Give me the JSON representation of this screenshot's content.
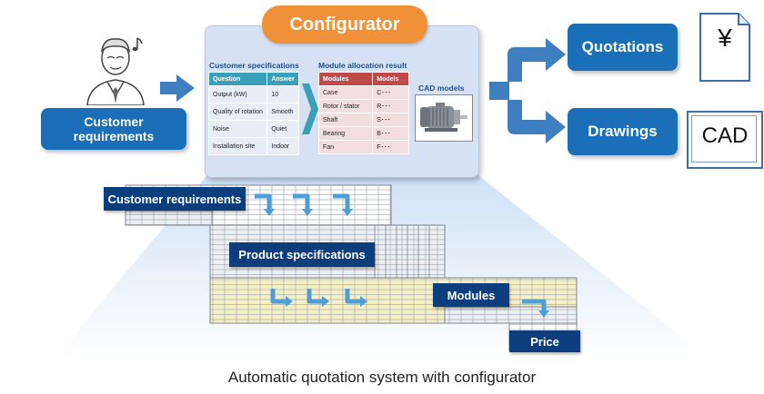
{
  "configurator": {
    "title": "Configurator",
    "customer_specs": {
      "title": "Customer specifications",
      "headers": [
        "Question",
        "Answer"
      ],
      "rows": [
        [
          "Output (kW)",
          "10"
        ],
        [
          "Quality of rotation",
          "Smooth"
        ],
        [
          "Noise",
          "Quiet"
        ],
        [
          "Installation site",
          "Indoor"
        ]
      ]
    },
    "module_allocation": {
      "title": "Module allocation result",
      "headers": [
        "Modules",
        "Models"
      ],
      "rows": [
        [
          "Case",
          "C･･･"
        ],
        [
          "Rotor / stator",
          "R･･･"
        ],
        [
          "Shaft",
          "S･･･"
        ],
        [
          "Bearing",
          "B･･･"
        ],
        [
          "Fan",
          "F･･･"
        ]
      ]
    },
    "cad_models_label": "CAD models"
  },
  "input": {
    "label": "Customer requirements"
  },
  "outputs": {
    "quotations_label": "Quotations",
    "drawings_label": "Drawings",
    "yen_symbol": "¥",
    "cad_doc_label": "CAD"
  },
  "flow": {
    "customer_requirements": "Customer requirements",
    "product_specifications": "Product specifications",
    "modules": "Modules",
    "price": "Price"
  },
  "caption": "Automatic quotation system with configurator",
  "colors": {
    "primary_blue": "#1a6fb8",
    "navy": "#0c3e7e",
    "orange": "#f0913a",
    "panel": "#d6e2f3",
    "grid_yellow": "#f6efc6",
    "arrow_blue": "#4f9fd6"
  }
}
